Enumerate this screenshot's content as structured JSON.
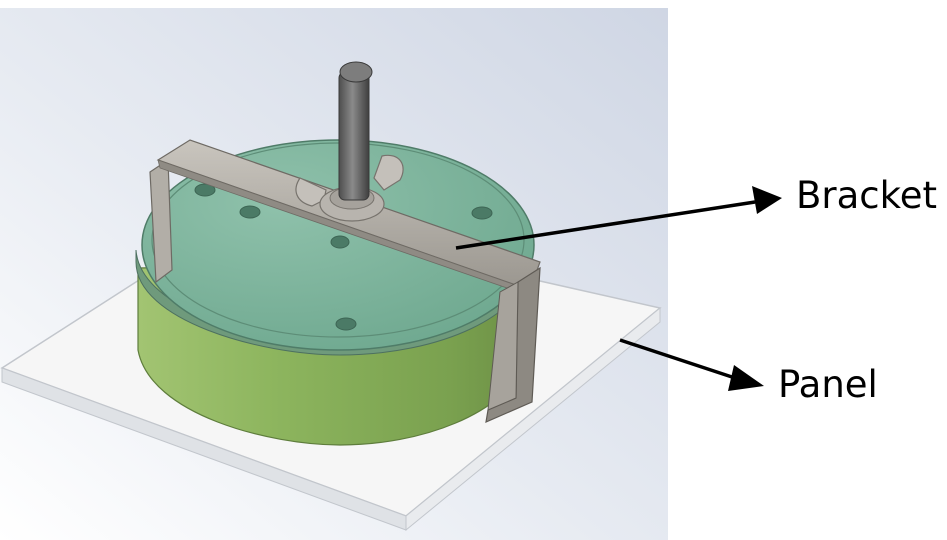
{
  "labels": {
    "bracket": "Bracket",
    "panel": "Panel"
  },
  "colors": {
    "background_gradient_dark": "#d2d9e6",
    "background_gradient_light": "#ffffff",
    "panel_top": "#f7f7f7",
    "panel_edge": "#cfd3d8",
    "cylinder_side": "#8cb45e",
    "cylinder_top": "#7fb49e",
    "bracket_metal": "#a8a49d",
    "bolt": "#6f6f6f",
    "wingnut": "#b7b3ad",
    "annotation": "#000000"
  },
  "icons": {
    "bracket_arrow": "arrowhead-right",
    "panel_arrow": "arrowhead-right"
  }
}
